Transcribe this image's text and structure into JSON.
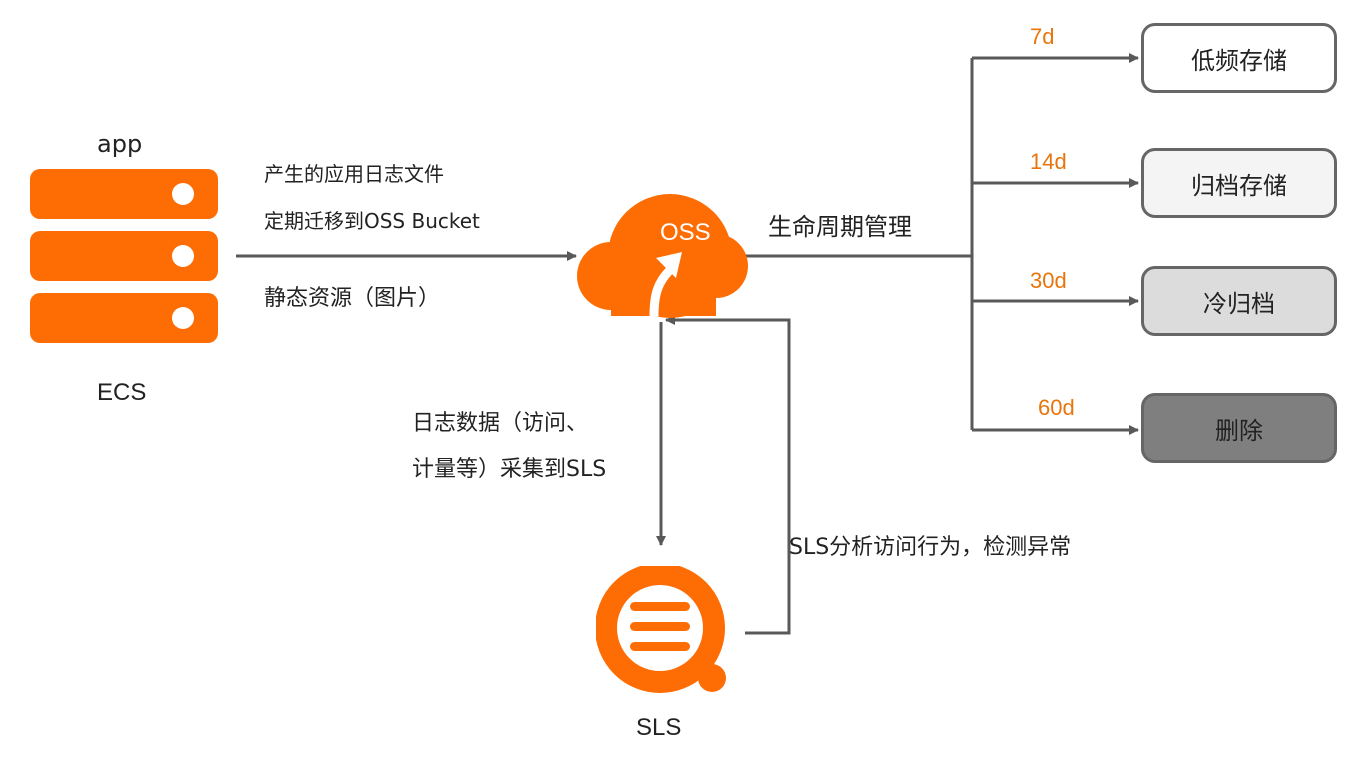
{
  "ecs": {
    "top_label": "app",
    "name": "ECS"
  },
  "oss": {
    "name": "OSS"
  },
  "sls": {
    "name": "SLS"
  },
  "flows": {
    "ecs_to_oss_line1": "产生的应用日志文件",
    "ecs_to_oss_line2": "定期迁移到OSS Bucket",
    "ecs_to_oss_line3": "静态资源（图片）",
    "lifecycle": "生命周期管理",
    "oss_to_sls_line1": "日志数据（访问、",
    "oss_to_sls_line2": "计量等）采集到SLS",
    "sls_to_oss": "SLS分析访问行为，检测异常"
  },
  "tiers": [
    {
      "days": "7d",
      "label": "低频存储",
      "fill": "#ffffff"
    },
    {
      "days": "14d",
      "label": "归档存储",
      "fill": "#f3f4f3"
    },
    {
      "days": "30d",
      "label": "冷归档",
      "fill": "#dcdcdc"
    },
    {
      "days": "60d",
      "label": "删除",
      "fill": "#7f7f7f"
    }
  ],
  "colors": {
    "accent": "#fd6d04",
    "days_text": "#e8750c",
    "connector": "#595959"
  },
  "icons": {
    "ecs": "server-stack-icon",
    "oss": "cloud-upload-icon",
    "sls": "log-search-icon"
  }
}
